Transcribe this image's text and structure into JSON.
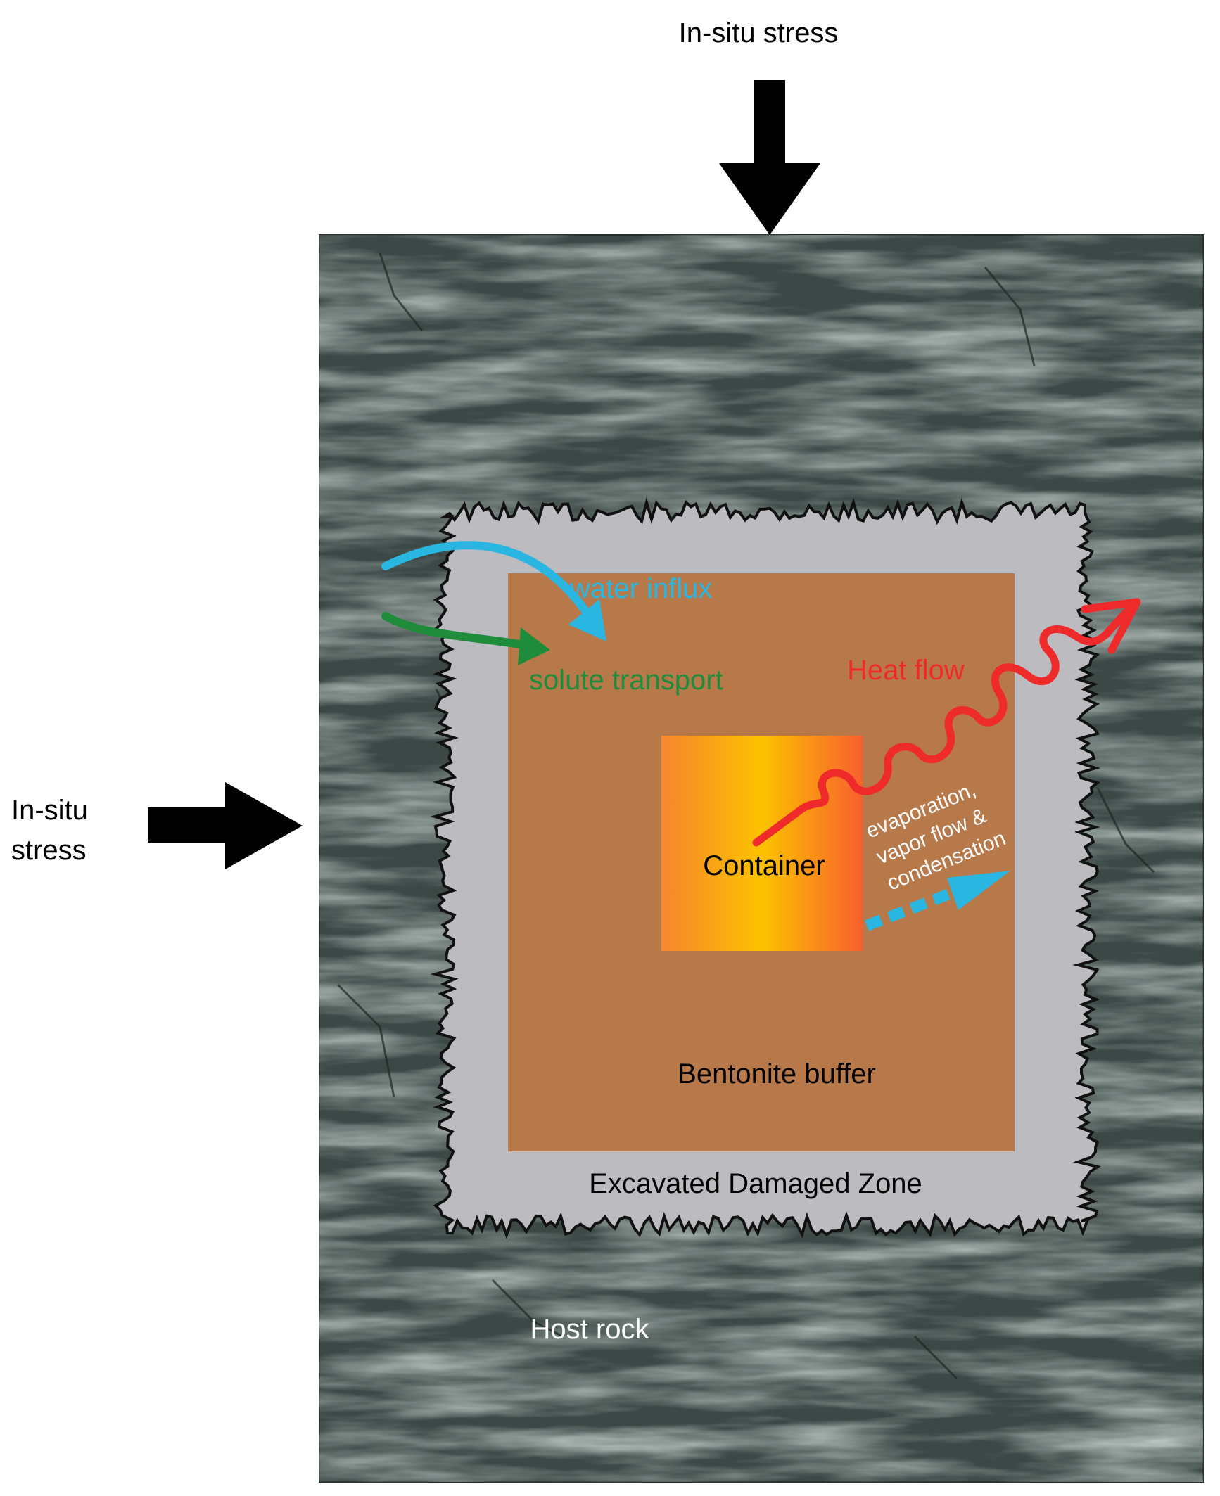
{
  "labels": {
    "stress_top": "In-situ stress",
    "stress_left_line1": "In-situ",
    "stress_left_line2": "stress",
    "water_influx": "water influx",
    "solute_transport": "solute transport",
    "heat_flow": "Heat flow",
    "evaporation_line1": "evaporation,",
    "evaporation_line2": "vapor flow &",
    "evaporation_line3": "condensation",
    "container": "Container",
    "bentonite_buffer": "Bentonite buffer",
    "excavated_damaged_zone": "Excavated Damaged Zone",
    "host_rock": "Host rock"
  },
  "colors": {
    "host_rock": "#4f5e5b",
    "host_rock_dark": "#2f3b39",
    "host_rock_light": "#8a9996",
    "edz": "#bcbcc0",
    "bentonite": "#b7784a",
    "container_edge": "#f7852e",
    "container_center": "#fcc200",
    "water": "#29b6e0",
    "solute": "#1f8c3c",
    "heat": "#ef2a2a",
    "stress_arrow": "#000000"
  }
}
